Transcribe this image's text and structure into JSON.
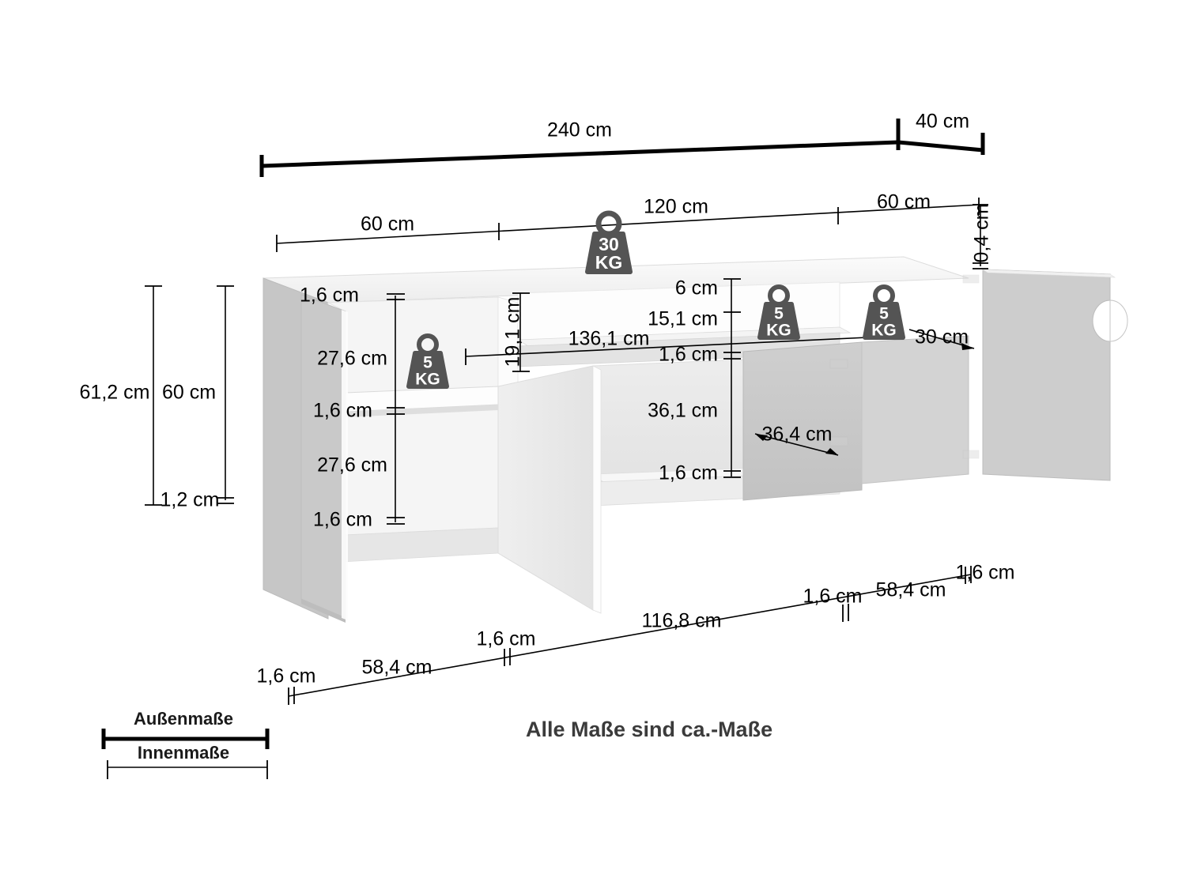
{
  "meta": {
    "language": "de",
    "title": "Sideboard Maßzeichnung"
  },
  "colors": {
    "background": "#ffffff",
    "line": "#000000",
    "weight_badge": "#545454",
    "weight_text": "#ffffff",
    "panel_front": "#c8c8c8",
    "panel_top": "#f2f2f2",
    "panel_side": "#bdbdbd",
    "panel_interior": "#e9e9e9",
    "note_text": "#3b3b3b"
  },
  "top_dimensions": {
    "width_label": "240 cm",
    "depth_label": "40 cm"
  },
  "second_row_dimensions": {
    "left_label": "60 cm",
    "center_label": "120  cm",
    "right_label": "60 cm",
    "thickness_label": "0,4 cm"
  },
  "left_vertical_dimensions": {
    "outer_total_label": "61,2 cm",
    "inner_body_label": "60 cm",
    "foot_label": "1,2 cm"
  },
  "left_compartment_dimensions": [
    {
      "label": "1,6 cm"
    },
    {
      "label": "27,6 cm"
    },
    {
      "label": "1,6 cm"
    },
    {
      "label": "27,6 cm"
    },
    {
      "label": "1,6 cm"
    }
  ],
  "center_dimensions": {
    "niche_height_label": "19,1 cm",
    "niche_width_label": "136,1 cm",
    "top_gap_label": "6 cm",
    "middle_label": "15,1 cm",
    "shelf_thickness_top_label": "1,6 cm",
    "compartment_height_label": "36,1 cm",
    "shelf_thickness_bottom_label": "1,6 cm"
  },
  "depth_dimensions": {
    "shelf_depth_label": "30 cm",
    "compartment_depth_label": "36,4 cm"
  },
  "weights": [
    {
      "value": "30",
      "unit": "KG"
    },
    {
      "value": "5",
      "unit": "KG"
    },
    {
      "value": "5",
      "unit": "KG"
    },
    {
      "value": "5",
      "unit": "KG"
    }
  ],
  "bottom_dimensions": [
    {
      "label": "1,6 cm"
    },
    {
      "label": "58,4 cm"
    },
    {
      "label": "1,6 cm"
    },
    {
      "label": "116,8 cm"
    },
    {
      "label": "1,6 cm"
    },
    {
      "label": "58,4 cm"
    },
    {
      "label": "1,6 cm"
    }
  ],
  "legend": {
    "outer_label": "Außenmaße",
    "inner_label": "Innenmaße"
  },
  "note": {
    "text": "Alle Maße sind ca.-Maße"
  }
}
